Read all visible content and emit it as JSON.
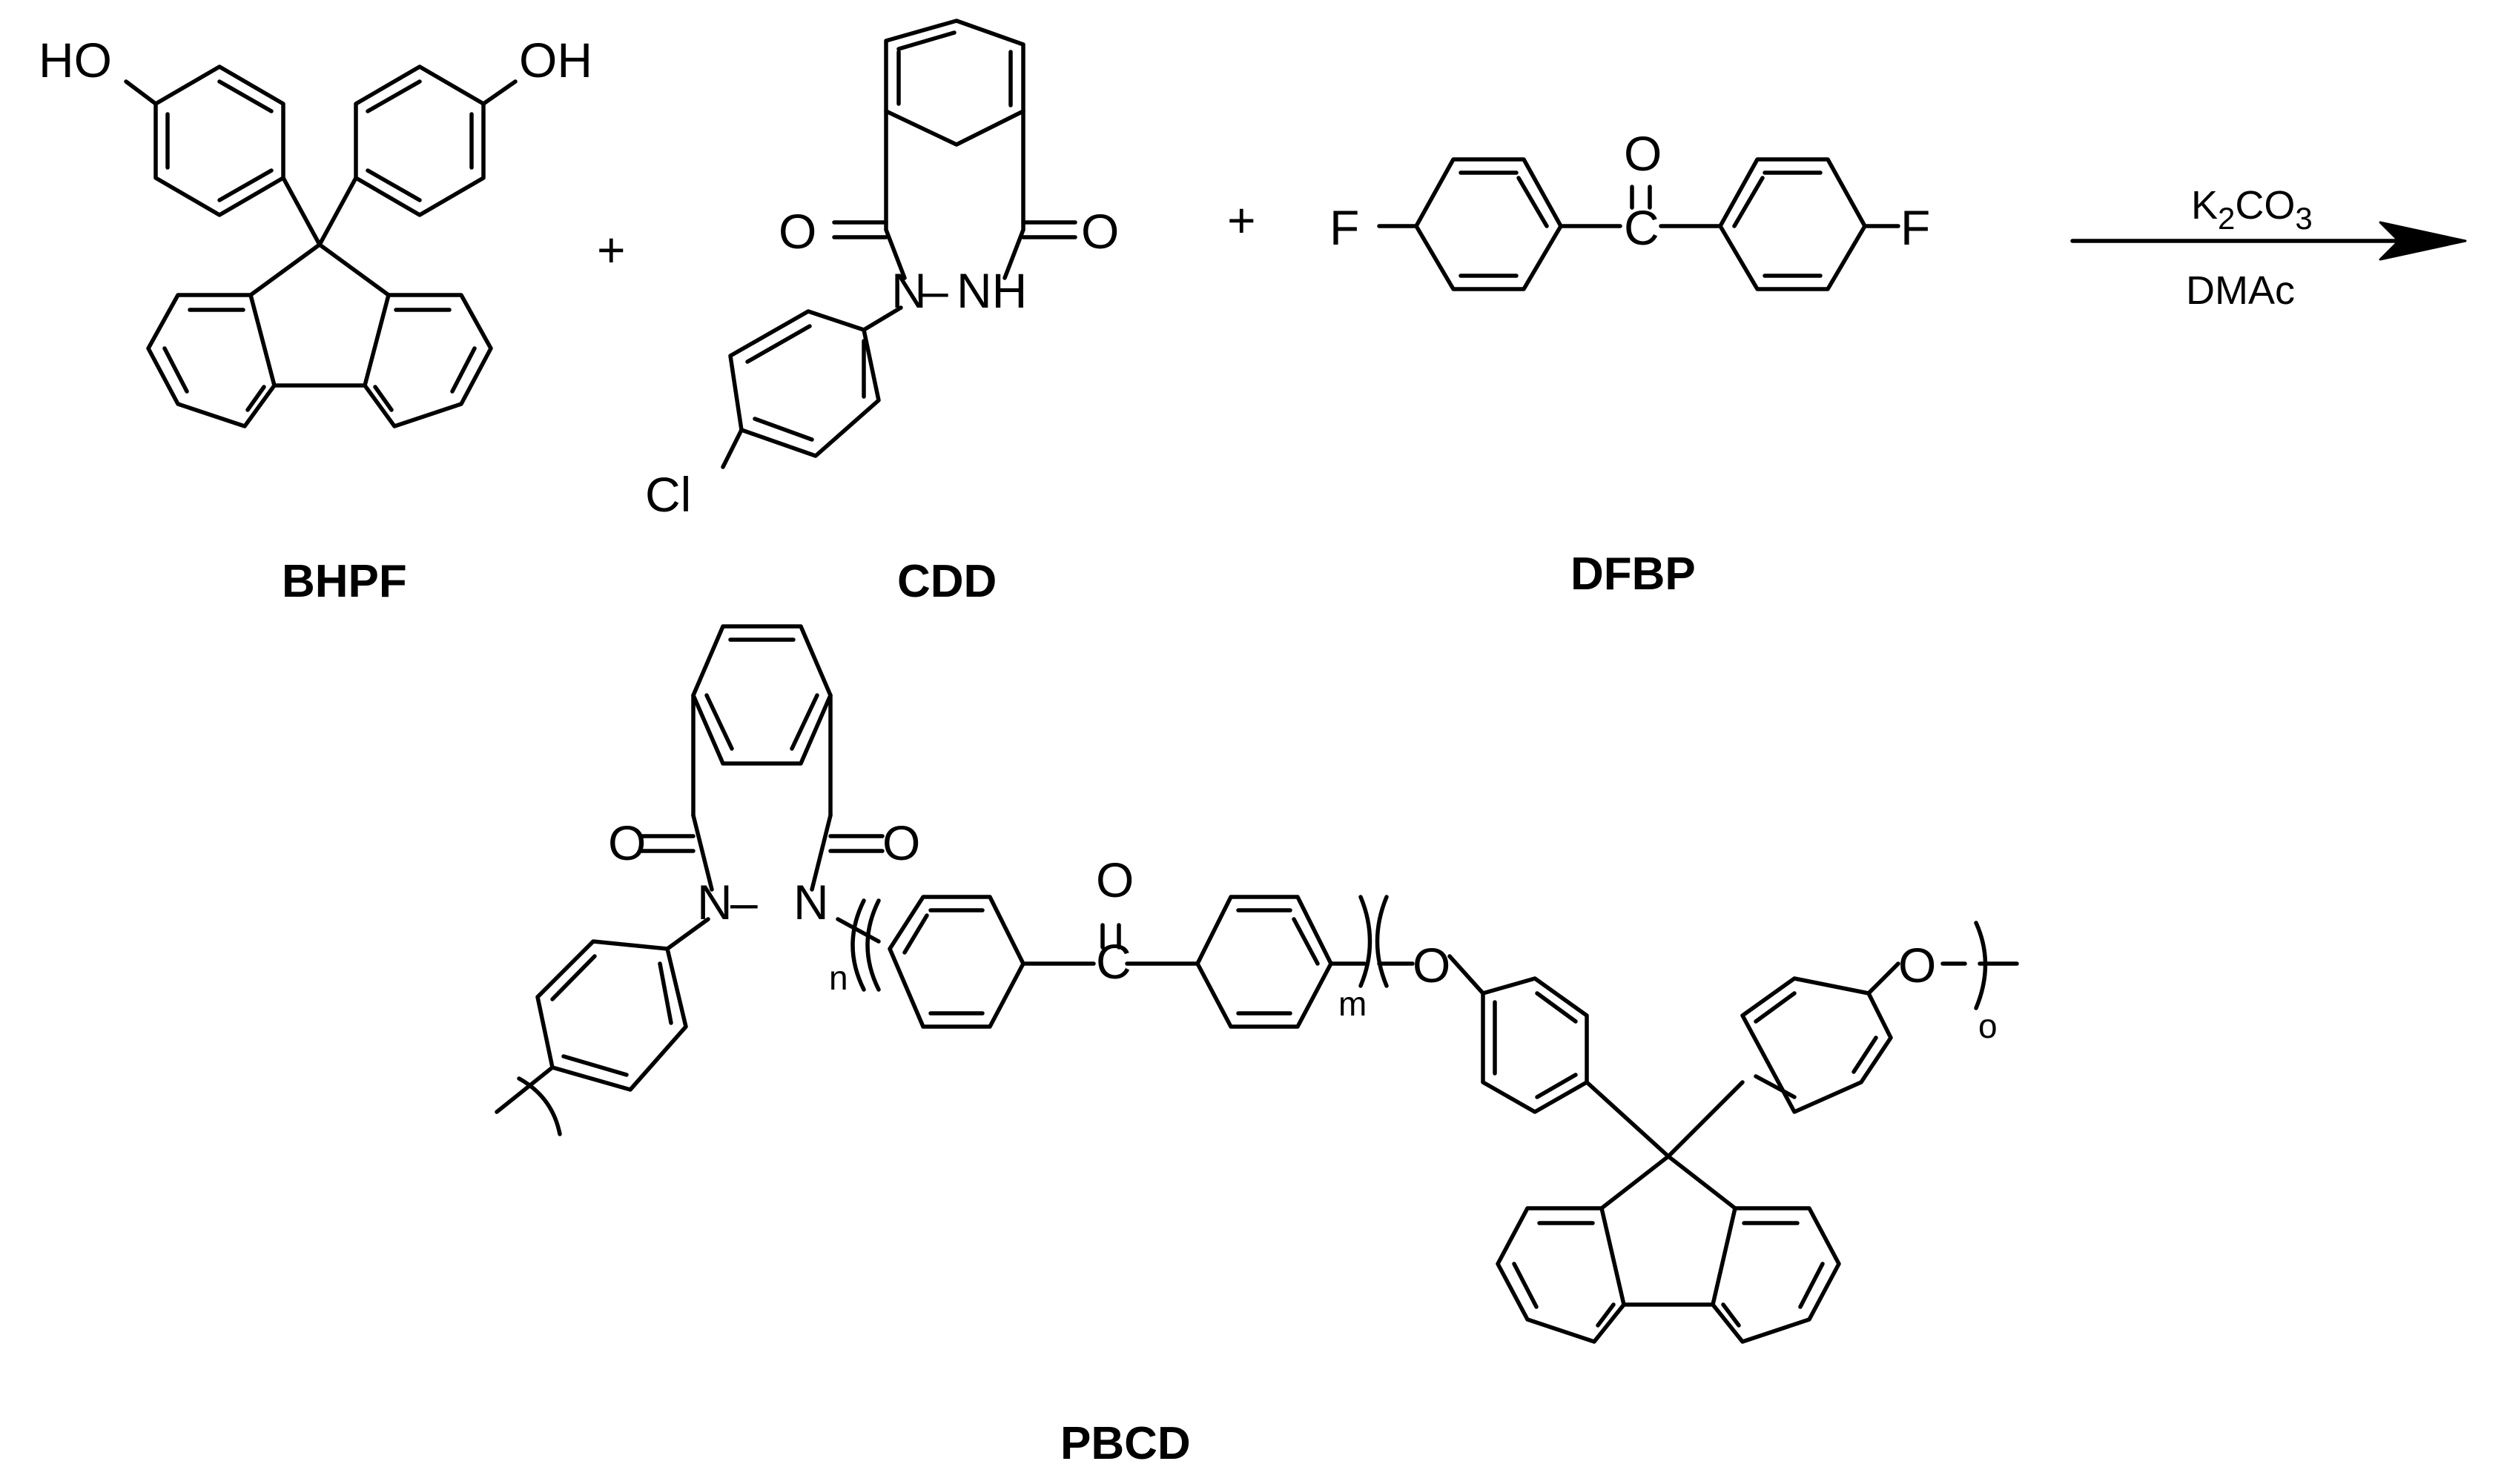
{
  "compounds": {
    "bhpf": "BHPF",
    "cdd": "CDD",
    "dfbp": "DFBP",
    "pbcd": "PBCD"
  },
  "atoms": {
    "oh": "OH",
    "ho": "HO",
    "o": "O",
    "f": "F",
    "cl": "Cl",
    "n": "N",
    "nh": "NH",
    "dash": "–"
  },
  "operators": {
    "plus": "+"
  },
  "conditions": {
    "reagent_main": "K",
    "reagent_sub1": "2",
    "reagent_mid": "CO",
    "reagent_sub2": "3",
    "solvent": "DMAc"
  },
  "repeat_indices": {
    "n": "n",
    "m": "m",
    "o": "o"
  }
}
